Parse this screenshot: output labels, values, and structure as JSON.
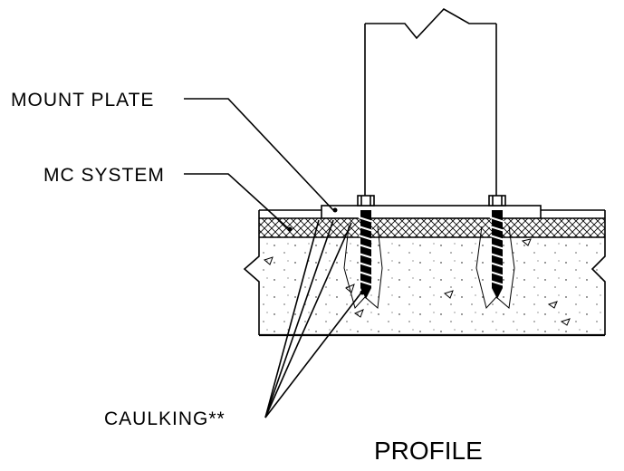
{
  "labels": {
    "mount_plate": "MOUNT PLATE",
    "mc_system": "MC SYSTEM",
    "caulking": "CAULKING**",
    "title": "PROFILE"
  },
  "colors": {
    "line": "#000000",
    "background": "#ffffff"
  }
}
